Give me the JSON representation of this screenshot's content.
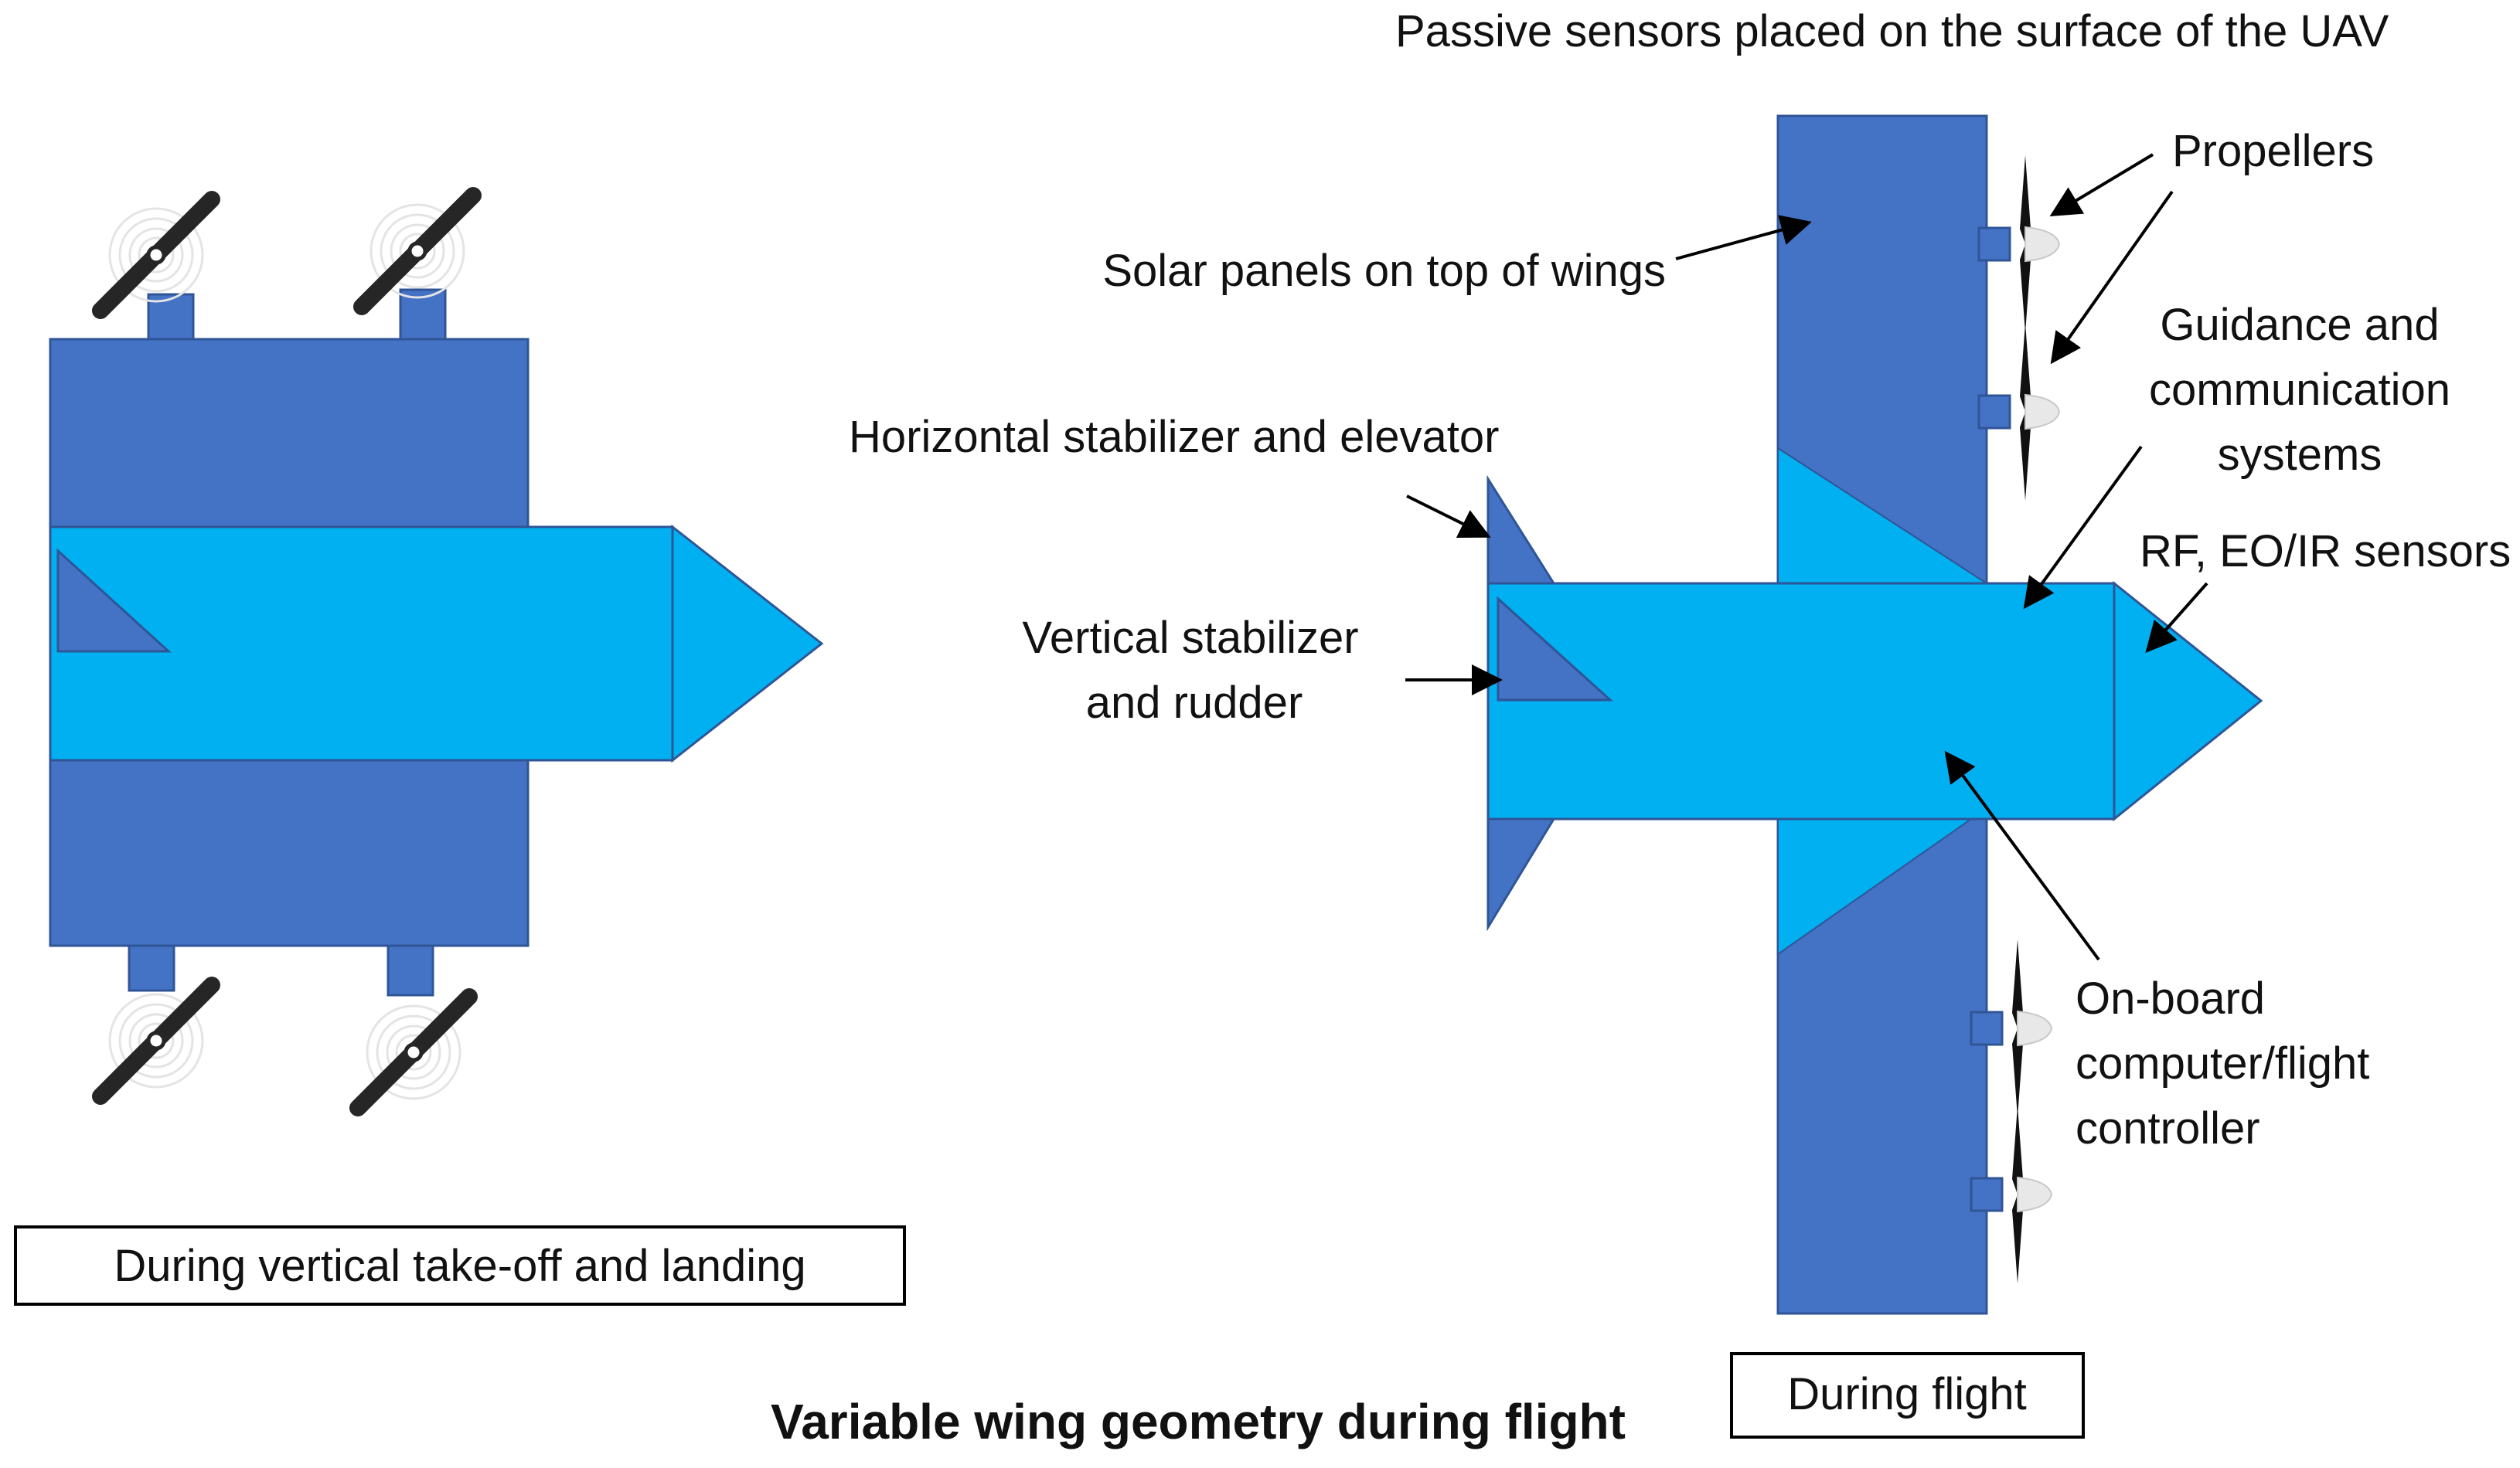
{
  "title": "Variable wing geometry during flight",
  "labels": {
    "passive_sensors": "Passive sensors placed on the surface of the UAV",
    "propellers": "Propellers",
    "solar_panels": "Solar panels on top of wings",
    "guidance_line1": "Guidance and",
    "guidance_line2": "communication",
    "guidance_line3": "systems",
    "horizontal_stabilizer": "Horizontal stabilizer and elevator",
    "rf_sensors": "RF, EO/IR sensors",
    "vertical_stabilizer_line1": "Vertical stabilizer",
    "vertical_stabilizer_line2": "and rudder",
    "onboard_line1": "On-board",
    "onboard_line2": "computer/flight",
    "onboard_line3": "controller"
  },
  "captions": {
    "vtol": "During vertical take-off and landing",
    "flight": "During flight"
  },
  "colors": {
    "wing_blue": "#4472C4",
    "fuselage_blue": "#00B0F0",
    "outline": "#2F5597",
    "propeller": "#262626",
    "arrow": "#000000"
  },
  "icons": {
    "propeller_top": "propeller-icon",
    "propeller_side": "propeller-side-icon"
  }
}
